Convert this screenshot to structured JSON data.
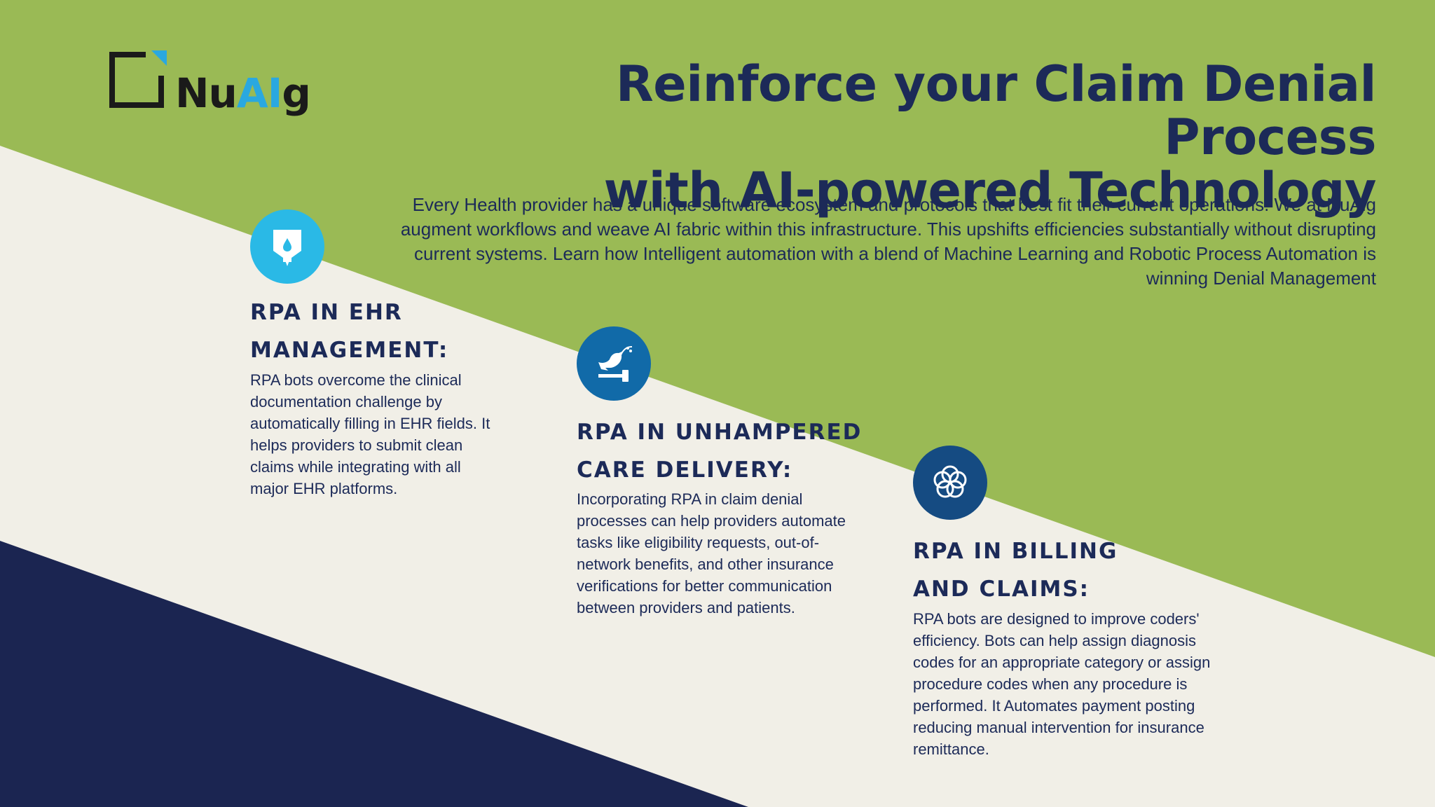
{
  "colors": {
    "green": "#9aba55",
    "cream": "#f1efe7",
    "navy": "#1b2551",
    "light_blue": "#2ab9e6",
    "mid_blue": "#116aa8",
    "dark_blue": "#154b82",
    "title_text": "#1c2a58"
  },
  "logo": {
    "text_dark": "Nu",
    "text_blue": "AI",
    "text_dark2": "g",
    "icon": "nualg-logo-mark"
  },
  "header": {
    "title_line1": "Reinforce your Claim Denial Process",
    "title_line2": "with AI-powered Technology",
    "intro": "Every Health provider has a unique software ecosystem and protocols that best fit their current operations. We at NuAlg augment workflows and weave AI fabric within this infrastructure. This upshifts efficiencies substantially without disrupting current systems. Learn how Intelligent automation with a blend of Machine Learning and Robotic Process Automation is winning Denial Management"
  },
  "cards": [
    {
      "icon": "document-drop-icon",
      "title_line1": "RPA IN EHR",
      "title_line2": "MANAGEMENT:",
      "body": "RPA bots overcome the clinical documentation challenge by automatically filling in EHR fields. It helps providers to submit clean claims while integrating with all major EHR platforms."
    },
    {
      "icon": "dove-gavel-icon",
      "title_line1": "RPA IN UNHAMPERED",
      "title_line2": "CARE DELIVERY:",
      "body": "Incorporating RPA in claim denial processes can help providers automate tasks like eligibility requests, out-of-network benefits, and other insurance verifications for better communication between providers and patients."
    },
    {
      "icon": "flower-icon",
      "title_line1": "RPA IN BILLING",
      "title_line2": "AND CLAIMS:",
      "body": "RPA bots are designed to improve coders' efficiency. Bots can help assign diagnosis codes for an appropriate category or assign procedure codes when any procedure is performed. It Automates payment posting reducing manual intervention for insurance remittance."
    }
  ]
}
